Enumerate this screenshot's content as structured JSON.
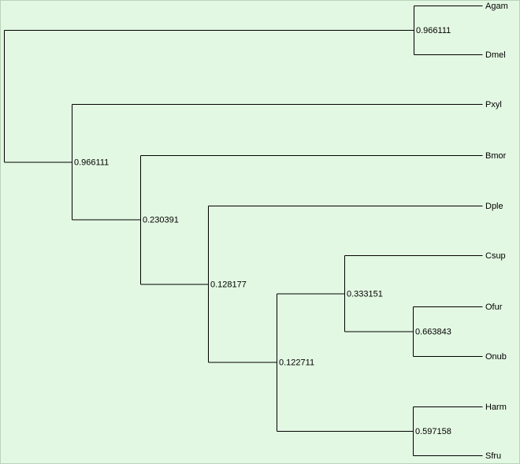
{
  "colors": {
    "background": "#e3f8e3",
    "line": "#000000",
    "border": "#b9d2b9"
  },
  "tree": {
    "leaves": [
      {
        "id": "L1",
        "label": "Agam"
      },
      {
        "id": "L2",
        "label": "Dmel"
      },
      {
        "id": "L3",
        "label": "Pxyl"
      },
      {
        "id": "L4",
        "label": "Bmor"
      },
      {
        "id": "L5",
        "label": "Dple"
      },
      {
        "id": "L6",
        "label": "Csup"
      },
      {
        "id": "L7",
        "label": "Ofur"
      },
      {
        "id": "L8",
        "label": "Onub"
      },
      {
        "id": "L9",
        "label": "Harm"
      },
      {
        "id": "L10",
        "label": "Sfru"
      }
    ],
    "nodes": [
      {
        "id": "N1",
        "support": "0.966111",
        "children": [
          "L1",
          "L2"
        ]
      },
      {
        "id": "N2",
        "support": "0.966111",
        "children": [
          "L3",
          "N3"
        ]
      },
      {
        "id": "N3",
        "support": "0.230391",
        "children": [
          "L4",
          "N4"
        ]
      },
      {
        "id": "N4",
        "support": "0.128177",
        "children": [
          "L5",
          "N5"
        ]
      },
      {
        "id": "N5",
        "support": "0.122711",
        "children": [
          "N6",
          "N8"
        ]
      },
      {
        "id": "N6",
        "support": "0.333151",
        "children": [
          "L6",
          "N7"
        ]
      },
      {
        "id": "N7",
        "support": "0.663843",
        "children": [
          "L7",
          "L8"
        ]
      },
      {
        "id": "N8",
        "support": "0.597158",
        "children": [
          "L9",
          "L10"
        ]
      },
      {
        "id": "ROOT",
        "support": "",
        "children": [
          "N1",
          "N2"
        ]
      }
    ]
  }
}
